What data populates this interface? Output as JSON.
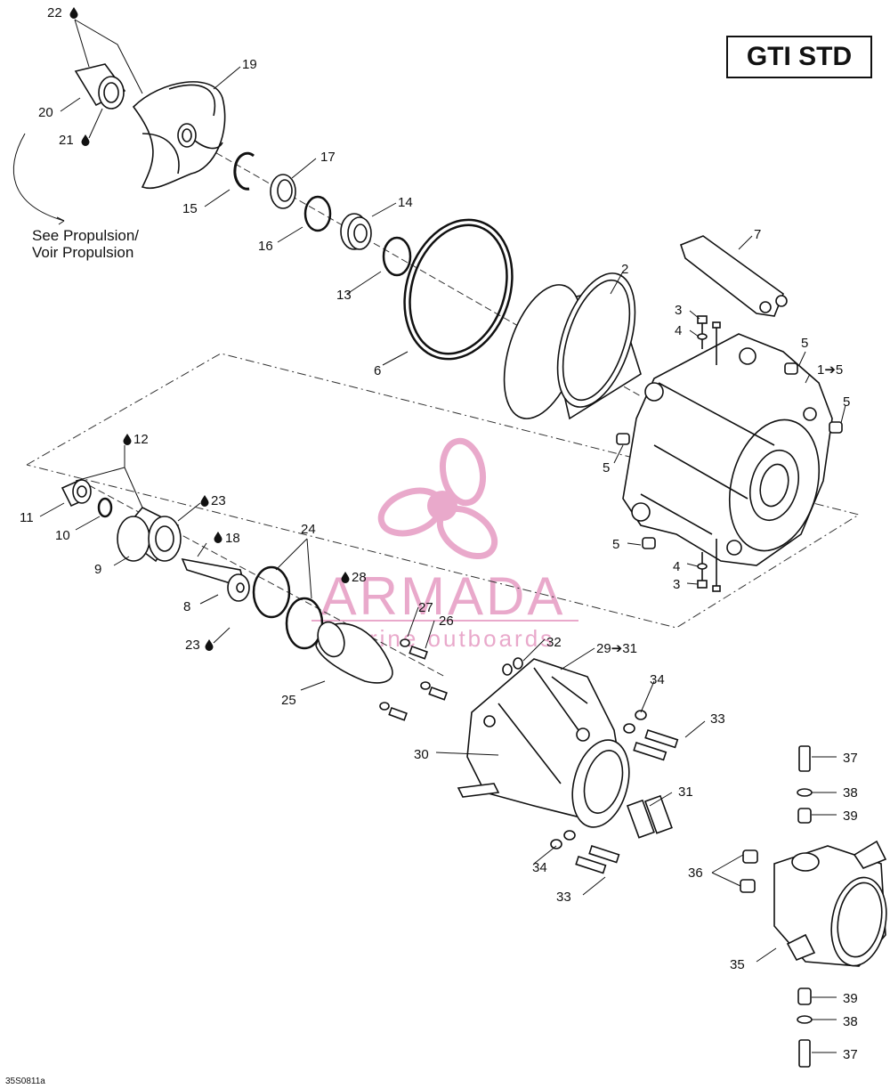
{
  "model_label": "GTI STD",
  "reference_code": "35S0811a",
  "see_propulsion_line1": "See Propulsion/",
  "see_propulsion_line2": "Voir Propulsion",
  "watermark": {
    "brand": "ARMADA",
    "tagline": "marine outboards",
    "color": "#e7a0c6"
  },
  "callouts": [
    {
      "id": "c22",
      "text": "22",
      "drop": true
    },
    {
      "id": "c19",
      "text": "19"
    },
    {
      "id": "c20",
      "text": "20"
    },
    {
      "id": "c21",
      "text": "21",
      "drop": true
    },
    {
      "id": "c17",
      "text": "17"
    },
    {
      "id": "c15",
      "text": "15"
    },
    {
      "id": "c14",
      "text": "14"
    },
    {
      "id": "c16",
      "text": "16"
    },
    {
      "id": "c7",
      "text": "7"
    },
    {
      "id": "c2",
      "text": "2"
    },
    {
      "id": "c13",
      "text": "13"
    },
    {
      "id": "c3a",
      "text": "3"
    },
    {
      "id": "c4a",
      "text": "4"
    },
    {
      "id": "c5a",
      "text": "5"
    },
    {
      "id": "c6",
      "text": "6"
    },
    {
      "id": "c1to5",
      "text": "1➔5"
    },
    {
      "id": "c5b",
      "text": "5"
    },
    {
      "id": "c12",
      "text": "12",
      "drop": true
    },
    {
      "id": "c5c",
      "text": "5"
    },
    {
      "id": "c23a",
      "text": "23",
      "drop": true
    },
    {
      "id": "c11",
      "text": "11"
    },
    {
      "id": "c10",
      "text": "10"
    },
    {
      "id": "c24",
      "text": "24"
    },
    {
      "id": "c18",
      "text": "18",
      "drop": true
    },
    {
      "id": "c9",
      "text": "9"
    },
    {
      "id": "c5d",
      "text": "5"
    },
    {
      "id": "c4b",
      "text": "4"
    },
    {
      "id": "c28",
      "text": "28",
      "drop": true
    },
    {
      "id": "c3b",
      "text": "3"
    },
    {
      "id": "c8",
      "text": "8"
    },
    {
      "id": "c27",
      "text": "27"
    },
    {
      "id": "c26",
      "text": "26"
    },
    {
      "id": "c23b",
      "text": "23",
      "drop": true
    },
    {
      "id": "c32",
      "text": "32"
    },
    {
      "id": "c29to31",
      "text": "29➔31"
    },
    {
      "id": "c34a",
      "text": "34"
    },
    {
      "id": "c25",
      "text": "25"
    },
    {
      "id": "c33a",
      "text": "33"
    },
    {
      "id": "c30",
      "text": "30"
    },
    {
      "id": "c37a",
      "text": "37"
    },
    {
      "id": "c31",
      "text": "31"
    },
    {
      "id": "c38a",
      "text": "38"
    },
    {
      "id": "c39a",
      "text": "39"
    },
    {
      "id": "c34b",
      "text": "34"
    },
    {
      "id": "c36",
      "text": "36"
    },
    {
      "id": "c33b",
      "text": "33"
    },
    {
      "id": "c35",
      "text": "35"
    },
    {
      "id": "c39b",
      "text": "39"
    },
    {
      "id": "c38b",
      "text": "38"
    },
    {
      "id": "c37b",
      "text": "37"
    }
  ]
}
